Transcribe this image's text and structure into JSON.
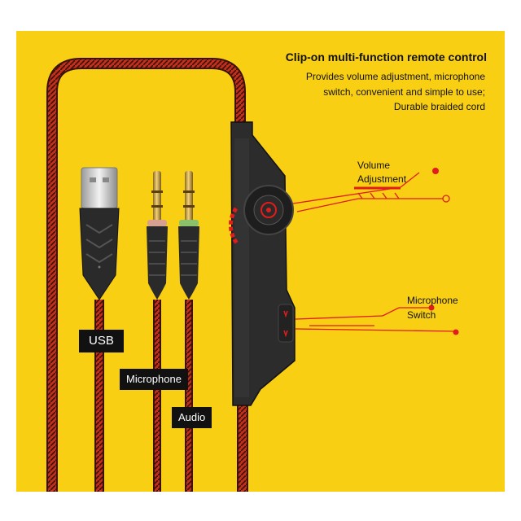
{
  "headline": "Clip-on multi-function remote control",
  "description": [
    "Provides volume adjustment, microphone",
    "switch, convenient and simple to use;",
    "Durable braided cord"
  ],
  "callouts": {
    "volume": [
      "Volume",
      "Adjustment"
    ],
    "microphone": [
      "Microphone",
      "Switch"
    ]
  },
  "connectors": {
    "usb": "USB",
    "microphone": "Microphone",
    "audio": "Audio"
  },
  "colors": {
    "background": "#f9cf14",
    "cable": "#c0301c",
    "accent": "#e01c1c",
    "housing": "#2a2a2a"
  },
  "icons": [
    "volume-knob-icon",
    "microphone-switch-icon",
    "usb-plug-icon",
    "audio-jack-icon"
  ]
}
